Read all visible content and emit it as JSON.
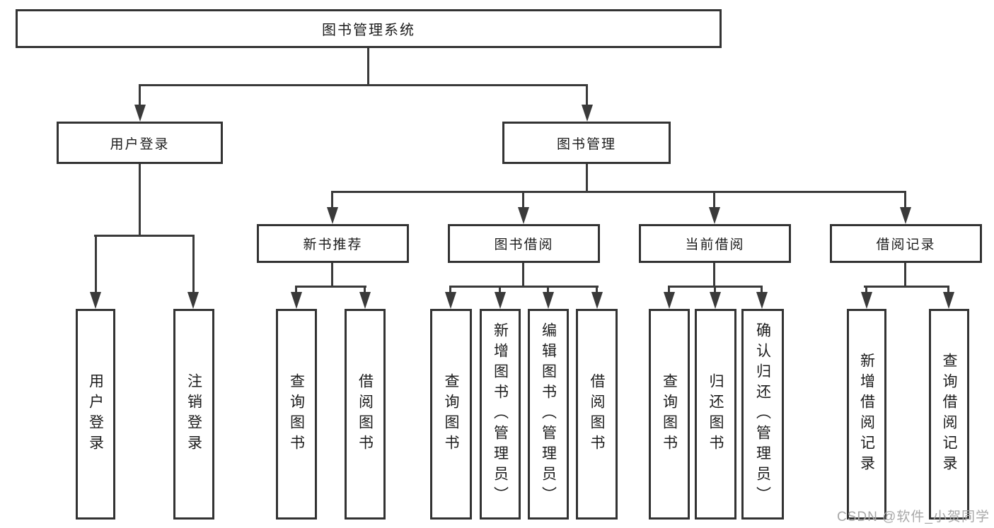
{
  "nodes": {
    "root": "图书管理系统",
    "user_login": "用户登录",
    "book_mgmt": "图书管理",
    "new_books": "新书推荐",
    "book_borrow": "图书借阅",
    "current_borrow": "当前借阅",
    "borrow_records": "借阅记录"
  },
  "leaves": {
    "login": "用户登录",
    "logout": "注销登录",
    "nb_query": "查询图书",
    "nb_borrow": "借阅图书",
    "bb_query": "查询图书",
    "bb_add": "新增图书（管理员）",
    "bb_edit": "编辑图书（管理员）",
    "bb_borrow": "借阅图书",
    "cb_query": "查询图书",
    "cb_return": "归还图书",
    "cb_confirm": "确认归还（管理员）",
    "br_add": "新增借阅记录",
    "br_query": "查询借阅记录"
  },
  "watermark": "CSDN @软件_小贺同学",
  "colors": {
    "line": "#3a3a3a",
    "border": "#333333",
    "text": "#1c1c1c",
    "watermark": "#a8a8a8",
    "background": "#ffffff"
  }
}
